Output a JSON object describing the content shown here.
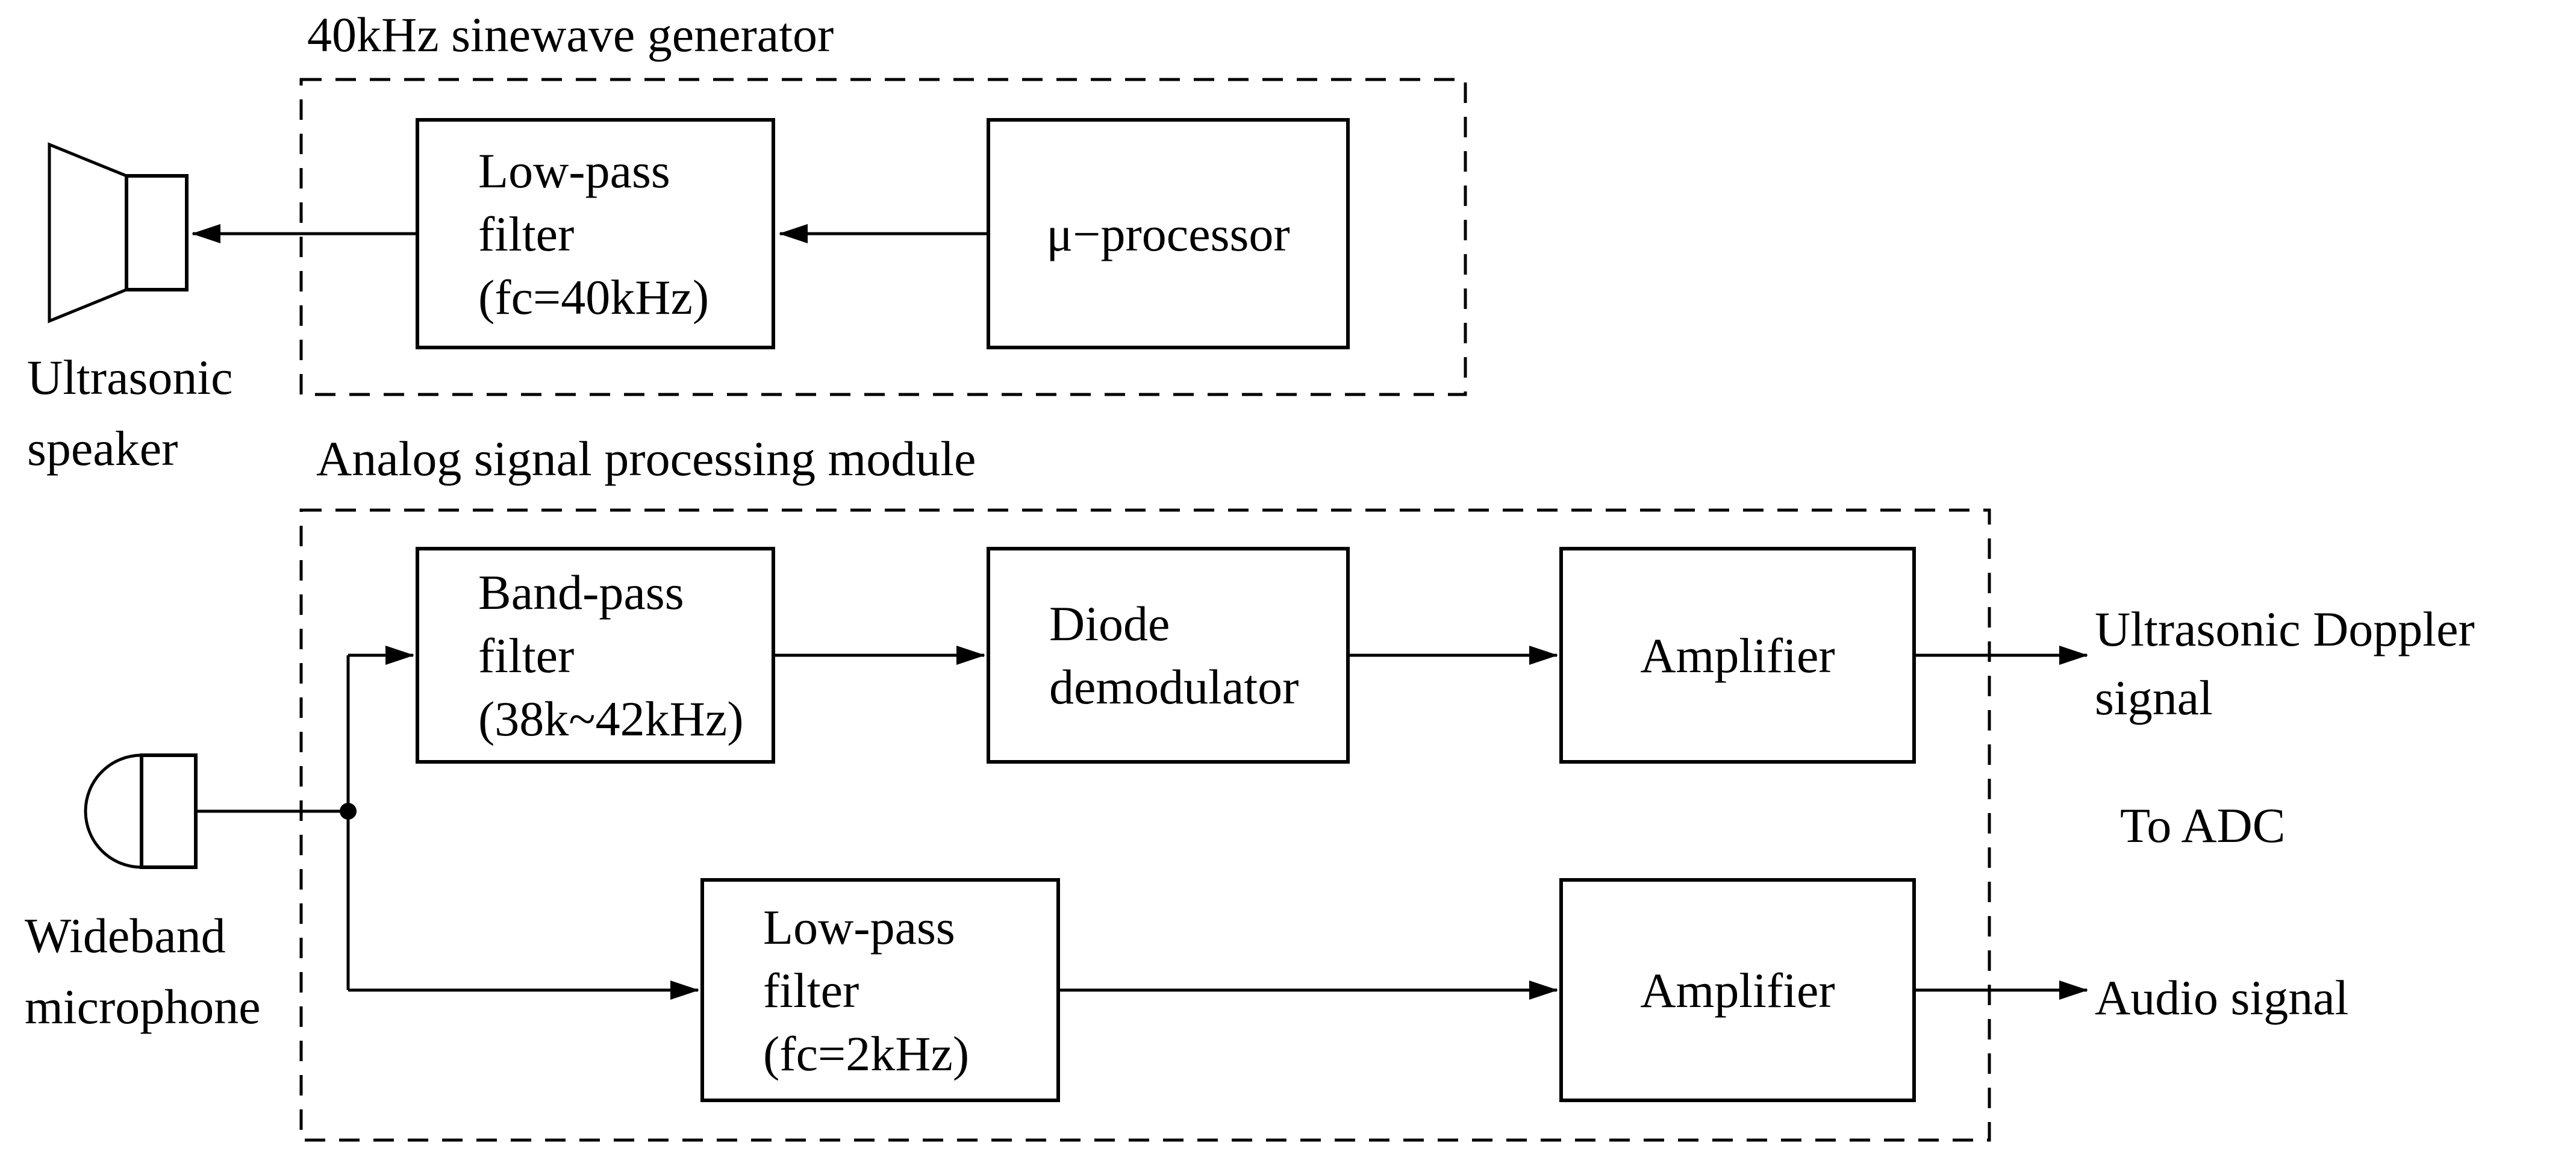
{
  "titles": {
    "generator": "40kHz sinewave generator",
    "analog": "Analog signal processing module"
  },
  "blocks": {
    "lpf40": {
      "lines": [
        "Low-pass",
        "filter",
        "(fc=40kHz)"
      ]
    },
    "muproc": {
      "lines": [
        "μ−processor"
      ]
    },
    "bpf": {
      "lines": [
        "Band-pass",
        "filter",
        "(38k~42kHz)"
      ]
    },
    "diode": {
      "lines": [
        "Diode",
        "demodulator"
      ]
    },
    "amp1": {
      "lines": [
        "Amplifier"
      ]
    },
    "lpf2": {
      "lines": [
        "Low-pass",
        "filter",
        "(fc=2kHz)"
      ]
    },
    "amp2": {
      "lines": [
        "Amplifier"
      ]
    }
  },
  "labels": {
    "speaker": {
      "lines": [
        "Ultrasonic",
        "speaker"
      ]
    },
    "microphone": {
      "lines": [
        "Wideband",
        "microphone"
      ]
    },
    "doppler": {
      "lines": [
        "Ultrasonic Doppler",
        "signal"
      ]
    },
    "to_adc": "To ADC",
    "audio": "Audio signal"
  },
  "icons": {
    "speaker": "ultrasonic-speaker-icon",
    "microphone": "wideband-microphone-icon",
    "arrowhead": "arrowhead-icon"
  },
  "colors": {
    "ink": "#000000",
    "background": "#ffffff"
  }
}
